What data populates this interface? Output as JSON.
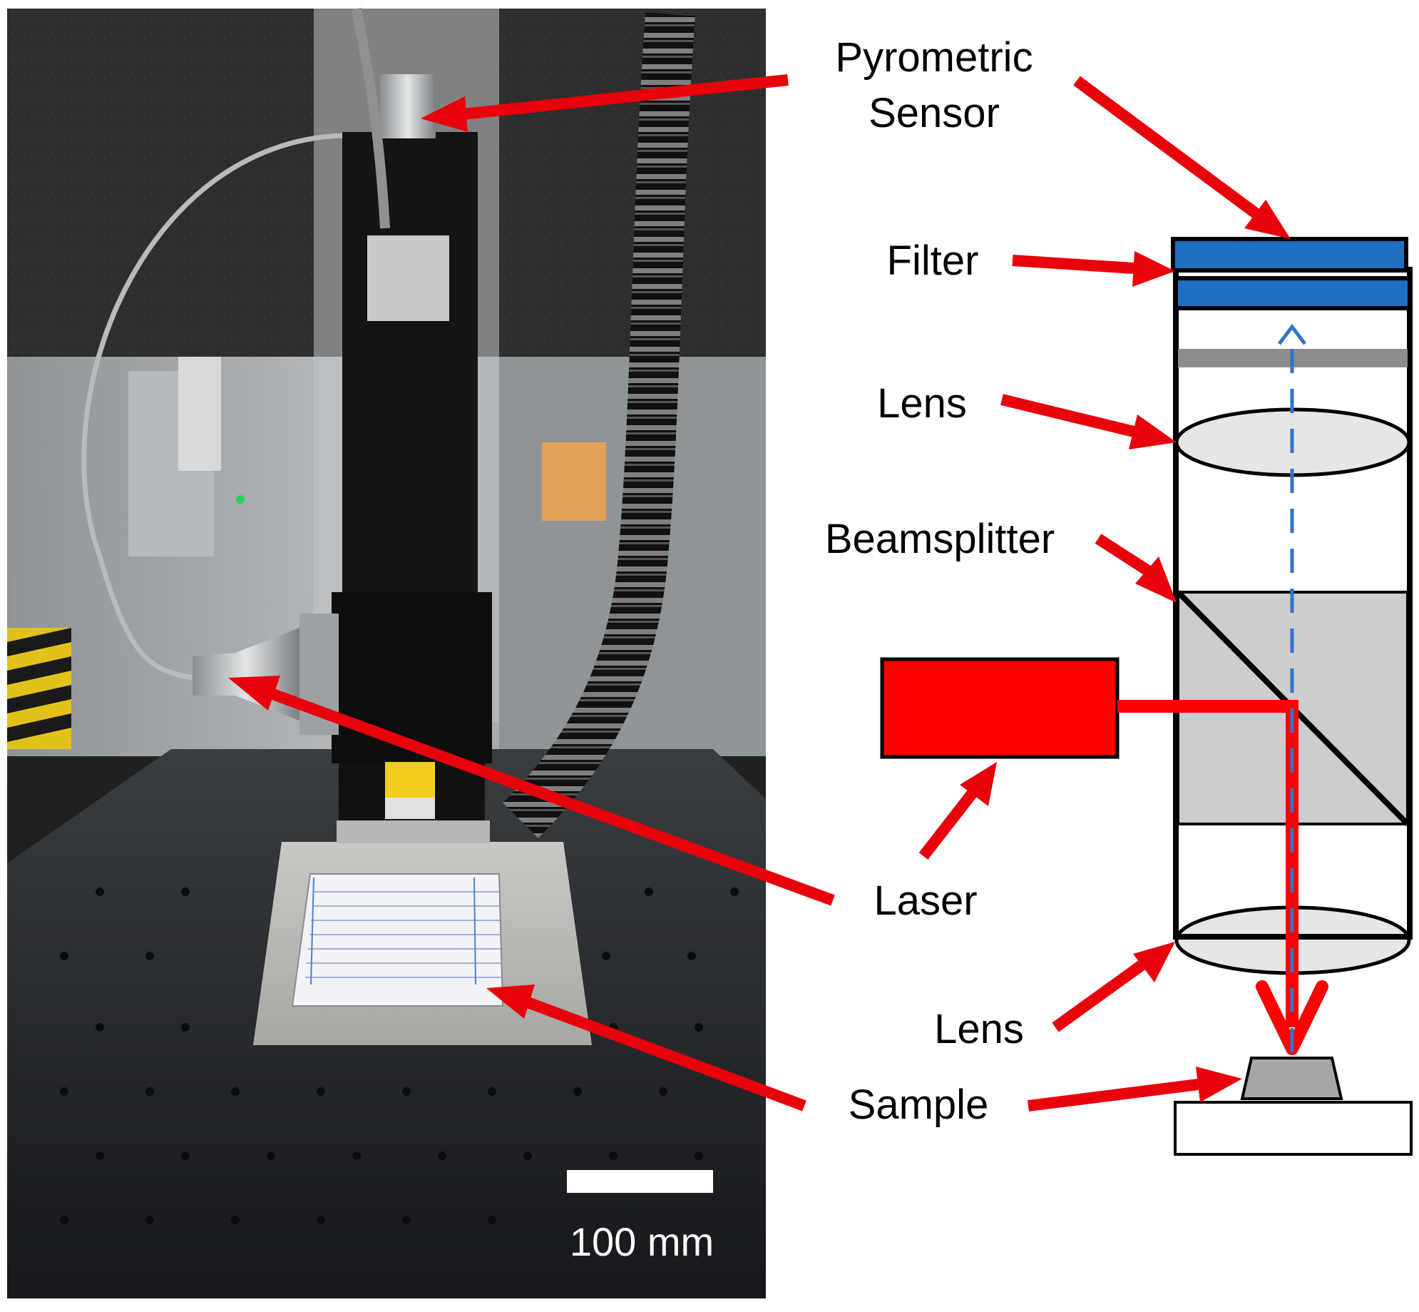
{
  "labels": {
    "pyrometric_line1": "Pyrometric",
    "pyrometric_line2": "Sensor",
    "filter": "Filter",
    "lens_top": "Lens",
    "beamsplitter": "Beamsplitter",
    "laser": "Laser",
    "lens_bottom": "Lens",
    "sample": "Sample"
  },
  "scale_bar": {
    "label": "100 mm"
  },
  "colors": {
    "arrow": "#e8000b",
    "laser_box": "#ff0000",
    "filter": "#1f6fc2",
    "optical_path": "#2e75c8",
    "beamsplitter": "#cdcdcf",
    "lens_fill": "#e6e6e6",
    "sample": "#a6a6a6"
  }
}
